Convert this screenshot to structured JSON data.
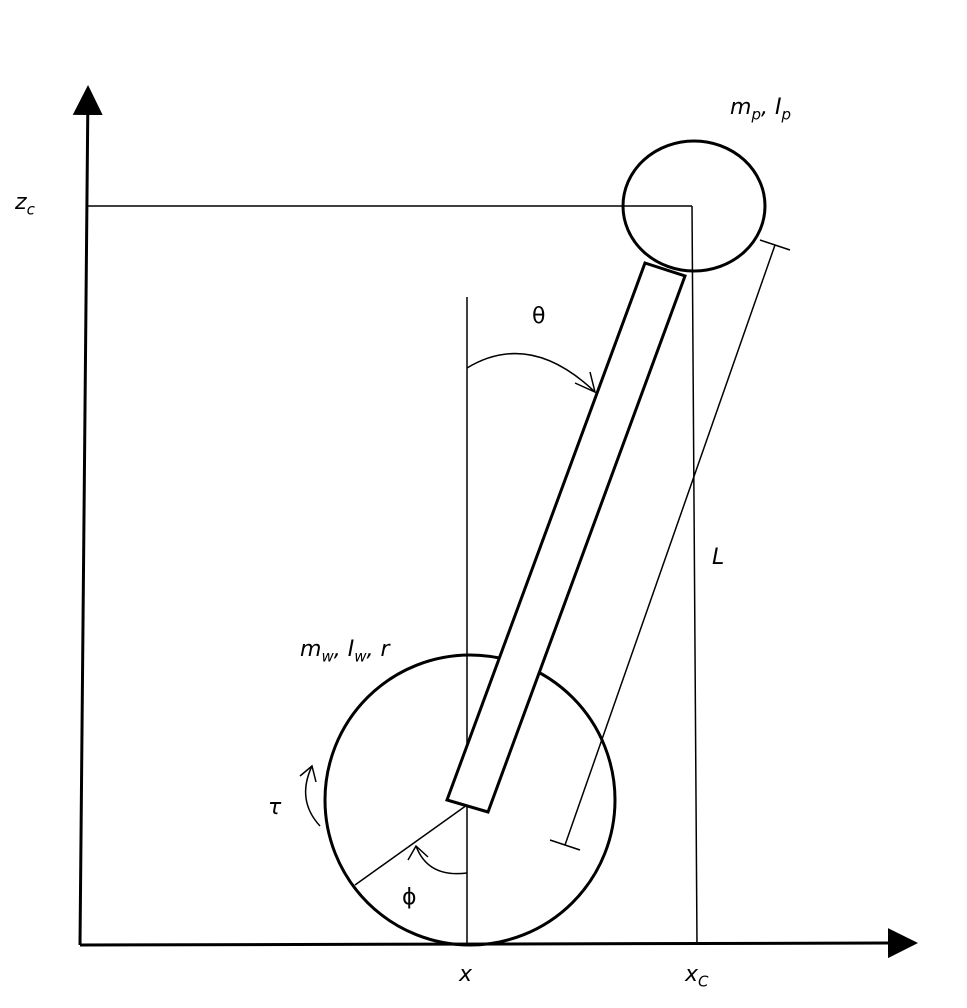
{
  "labels": {
    "pendulum": {
      "m": "m",
      "m_sub": "p",
      "sep": ", ",
      "I": "I",
      "I_sub": "p"
    },
    "wheel": {
      "m": "m",
      "m_sub": "w",
      "sep1": ", ",
      "I": "I",
      "I_sub": "w",
      "sep2": ", ",
      "r": "r"
    },
    "zc": {
      "base": "z",
      "sub": "c"
    },
    "xc": {
      "base": "x",
      "sub": "C"
    },
    "x": "x",
    "theta": "θ",
    "phi": "ϕ",
    "tau": "τ",
    "L": "L"
  }
}
